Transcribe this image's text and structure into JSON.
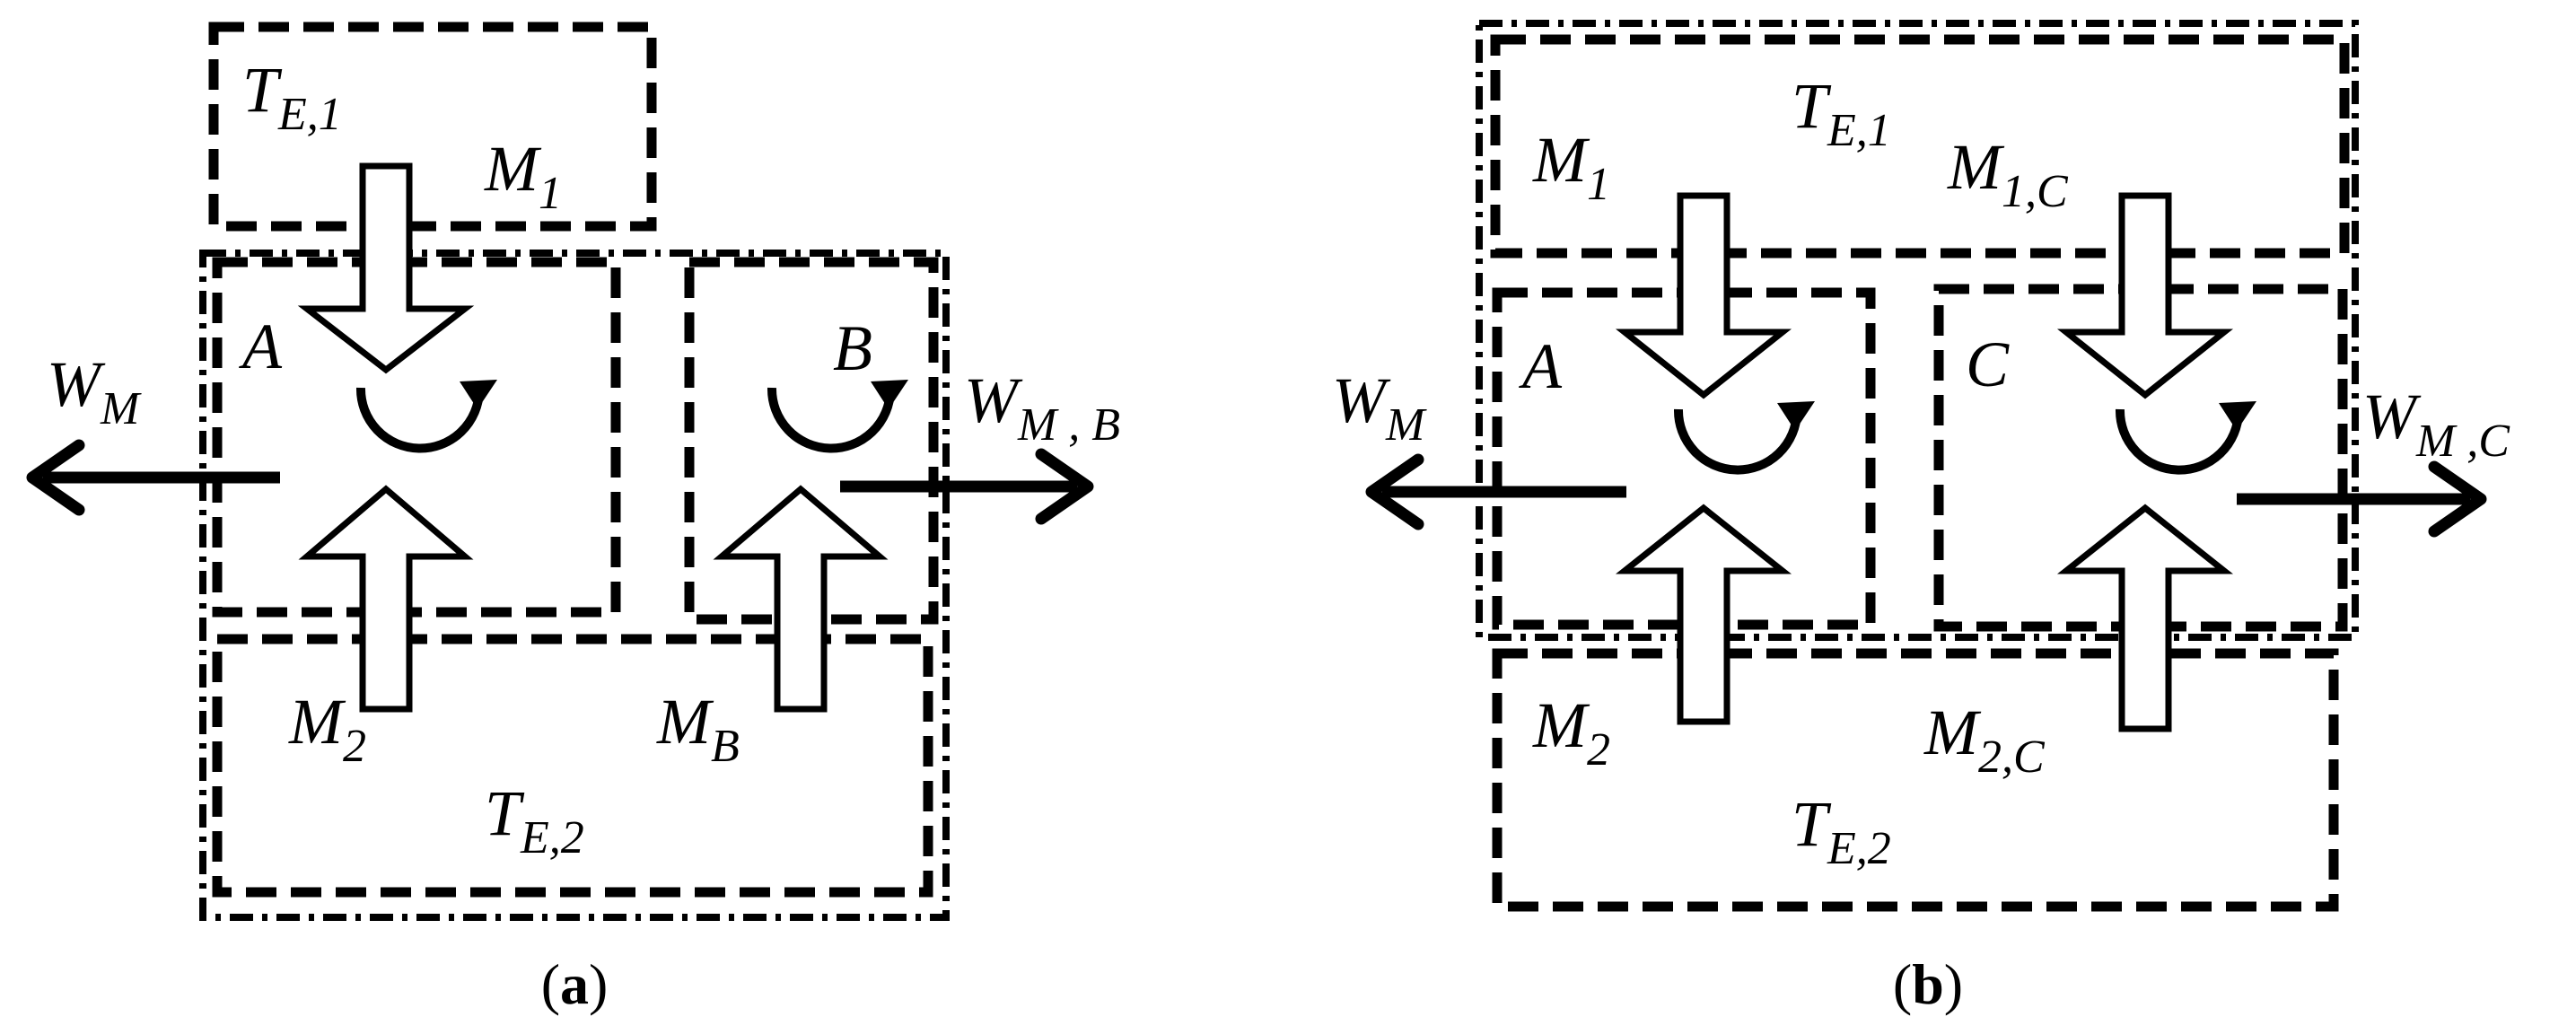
{
  "panel_a": {
    "reservoir_hot": {
      "base": "T",
      "sub": "E,1"
    },
    "reservoir_cold": {
      "base": "T",
      "sub": "E,2"
    },
    "engine_A": "A",
    "engine_B": "B",
    "flow_M1": {
      "base": "M",
      "sub": "1"
    },
    "flow_M2": {
      "base": "M",
      "sub": "2"
    },
    "flow_MB": {
      "base": "M",
      "sub": "B"
    },
    "work_left": {
      "base": "W",
      "sub": "M"
    },
    "work_right": {
      "base": "W",
      "sub": "M , B"
    },
    "caption": {
      "open": "(",
      "letter": "a",
      "close": ")"
    }
  },
  "panel_b": {
    "reservoir_hot": {
      "base": "T",
      "sub": "E,1"
    },
    "reservoir_cold": {
      "base": "T",
      "sub": "E,2"
    },
    "engine_A": "A",
    "engine_C": "C",
    "flow_M1": {
      "base": "M",
      "sub": "1"
    },
    "flow_M1C": {
      "base": "M",
      "sub": "1,C"
    },
    "flow_M2": {
      "base": "M",
      "sub": "2"
    },
    "flow_M2C": {
      "base": "M",
      "sub": "2,C"
    },
    "work_left": {
      "base": "W",
      "sub": "M"
    },
    "work_right": {
      "base": "W",
      "sub": "M ,C"
    },
    "caption": {
      "open": "(",
      "letter": "b",
      "close": ")"
    }
  }
}
